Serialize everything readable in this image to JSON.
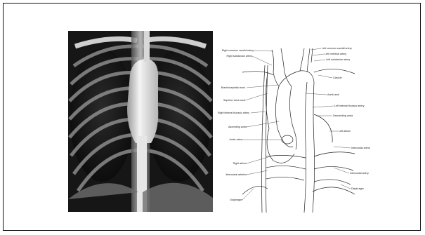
{
  "diagram": {
    "labels_left": [
      {
        "id": "rcca",
        "text": "Right common carotid artery"
      },
      {
        "id": "rsa",
        "text": "Right subclavian artery"
      },
      {
        "id": "bct",
        "text": "Brachiocephalic trunk"
      },
      {
        "id": "svc",
        "text": "Superior vena cava"
      },
      {
        "id": "rita",
        "text": "Right internal thoracic artery"
      },
      {
        "id": "asc",
        "text": "Ascending aorta"
      },
      {
        "id": "av",
        "text": "Aortic valve"
      },
      {
        "id": "ra",
        "text": "Right atrium"
      },
      {
        "id": "ia",
        "text": "Intercostal arteries"
      },
      {
        "id": "dia-l",
        "text": "Diaphragm"
      }
    ],
    "labels_right": [
      {
        "id": "lcca",
        "text": "Left common carotid artery"
      },
      {
        "id": "lva",
        "text": "Left vertebral artery"
      },
      {
        "id": "lsa",
        "text": "Left subclavian artery"
      },
      {
        "id": "clav",
        "text": "Clavicle"
      },
      {
        "id": "arch",
        "text": "Aortic arch"
      },
      {
        "id": "lita",
        "text": "Left internal thoracic artery"
      },
      {
        "id": "desc",
        "text": "Descending aorta"
      },
      {
        "id": "la",
        "text": "Left atrium"
      },
      {
        "id": "iv",
        "text": "Intercostal artery"
      },
      {
        "id": "ia2",
        "text": "Intercostal artery"
      },
      {
        "id": "dia-r",
        "text": "Diaphragm"
      }
    ]
  }
}
